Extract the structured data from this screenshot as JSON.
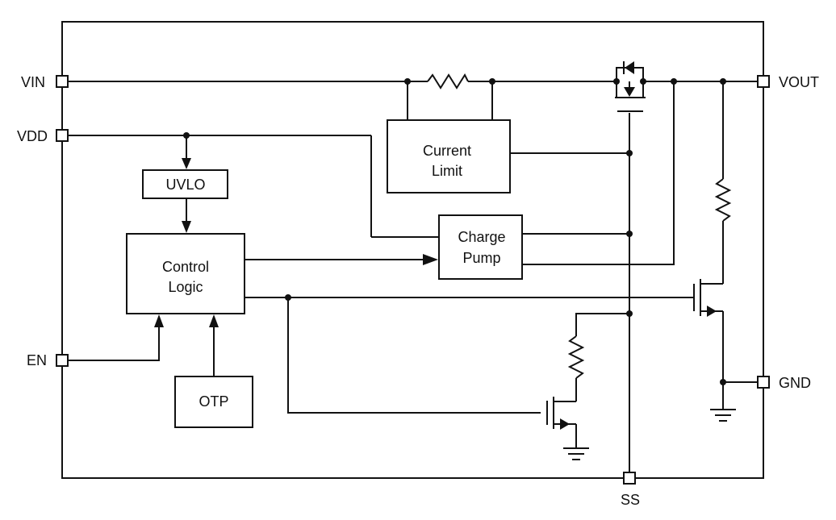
{
  "pins": {
    "vin": "VIN",
    "vdd": "VDD",
    "en": "EN",
    "vout": "VOUT",
    "gnd": "GND",
    "ss": "SS"
  },
  "blocks": {
    "uvlo": "UVLO",
    "control_logic": [
      "Control",
      "Logic"
    ],
    "current_limit": [
      "Current",
      "Limit"
    ],
    "charge_pump": [
      "Charge",
      "Pump"
    ],
    "otp": "OTP"
  },
  "colors": {
    "line": "#111111",
    "background": "#ffffff"
  }
}
